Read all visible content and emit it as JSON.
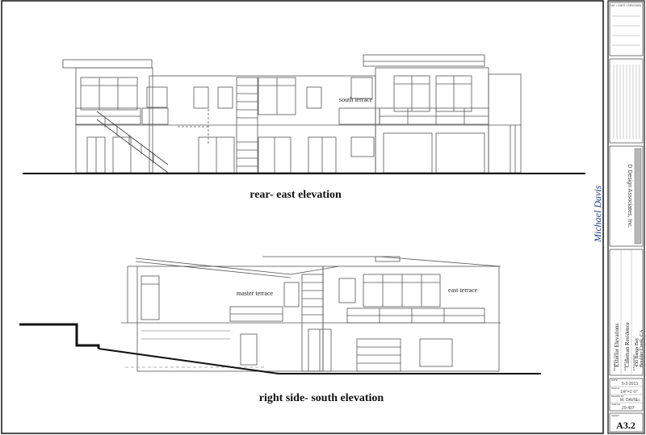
{
  "drawing": {
    "upper_caption": "rear- east elevation",
    "lower_caption": "right side- south elevation",
    "labels": {
      "south_terrace": "south terrace",
      "master_terrace": "master terrace",
      "east_terrace": "east terrace"
    },
    "signature": "Michael Davis"
  },
  "title_block": {
    "revision_header": "NO. / DATE / REVISION",
    "firm_name": "D Design Associates, Inc.",
    "drawing_title": "Exterior Elevations",
    "job_title": "Coleman Residence",
    "job_address_line1": "436 Bangs Bay",
    "job_address_line2": "Boulder Creek, CA",
    "field_labels": {
      "drawing_title": "DRAWING TITLE",
      "job_title": "JOB TITLE",
      "job_address": "JOB ADDRESS",
      "date": "DATE",
      "scale": "SCALE",
      "drawn_by": "DRAWN BY",
      "job_no": "JOB NO.",
      "sheet": "SHEET"
    },
    "date": "5-2-2013",
    "scale": "1/4\"=1'-0\"",
    "drawn_by": "M. DAVIS",
    "checked": "DG",
    "job_no": "20-407",
    "sheet": "A3.2"
  }
}
